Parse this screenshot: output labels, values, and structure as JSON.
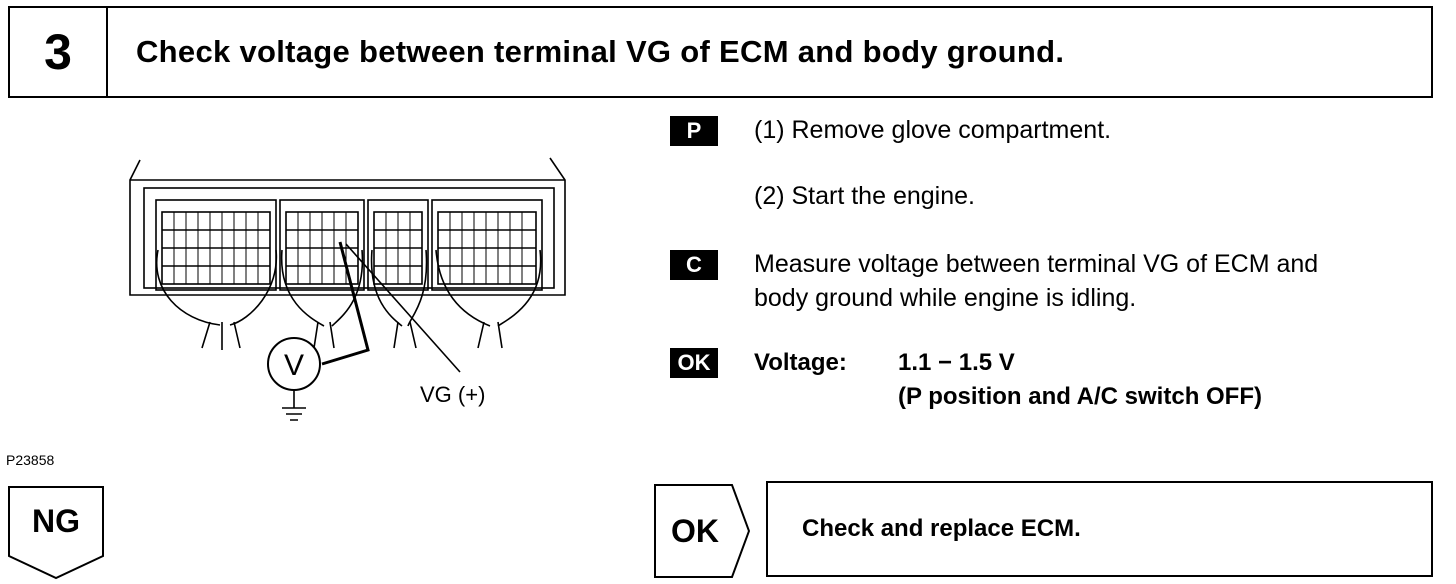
{
  "header": {
    "step_number": "3",
    "title": "Check voltage between terminal VG of ECM and body ground."
  },
  "diagram": {
    "probe_label": "VG (+)",
    "meter_symbol": "V",
    "figure_code": "P23858"
  },
  "instructions": {
    "prep_badge": "P",
    "prep_steps": [
      "(1) Remove  glove  compartment.",
      "(2) Start the engine."
    ],
    "check_badge": "C",
    "check_text_line1": "Measure voltage between terminal VG of ECM and",
    "check_text_line2": "body ground while engine is idling.",
    "ok_badge": "OK",
    "spec_label": "Voltage:",
    "spec_value": "1.1 − 1.5 V",
    "spec_condition": "(P position and A/C switch OFF)"
  },
  "results": {
    "ng_label": "NG",
    "ok_label": "OK",
    "ok_action": "Check and replace ECM."
  }
}
